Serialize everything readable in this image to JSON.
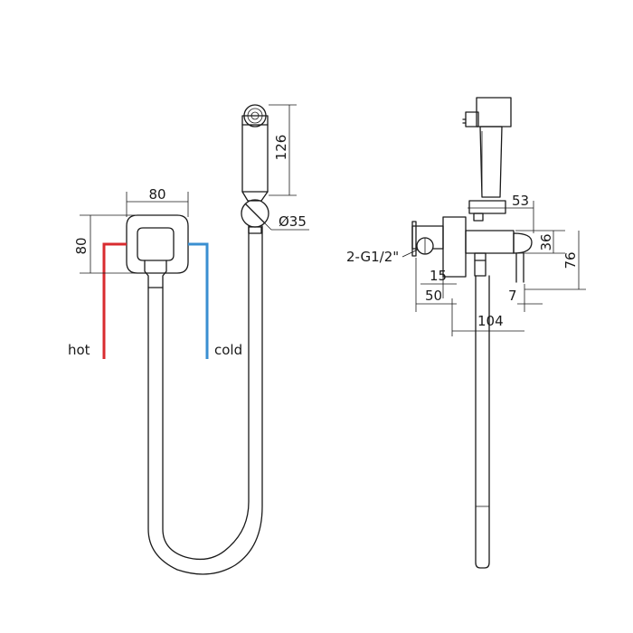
{
  "pipes": {
    "hot_label": "hot",
    "cold_label": "cold",
    "hot_color": "#d92b2f",
    "cold_color": "#3a8fd1"
  },
  "dimensions": {
    "front_width": "80",
    "front_height": "80",
    "handshower_length": "126",
    "hose_diameter": "Ø35",
    "side_53": "53",
    "side_36": "36",
    "side_76": "76",
    "thread": "2-G1/2\"",
    "side_15": "15",
    "side_50": "50",
    "side_7": "7",
    "side_104": "104"
  }
}
